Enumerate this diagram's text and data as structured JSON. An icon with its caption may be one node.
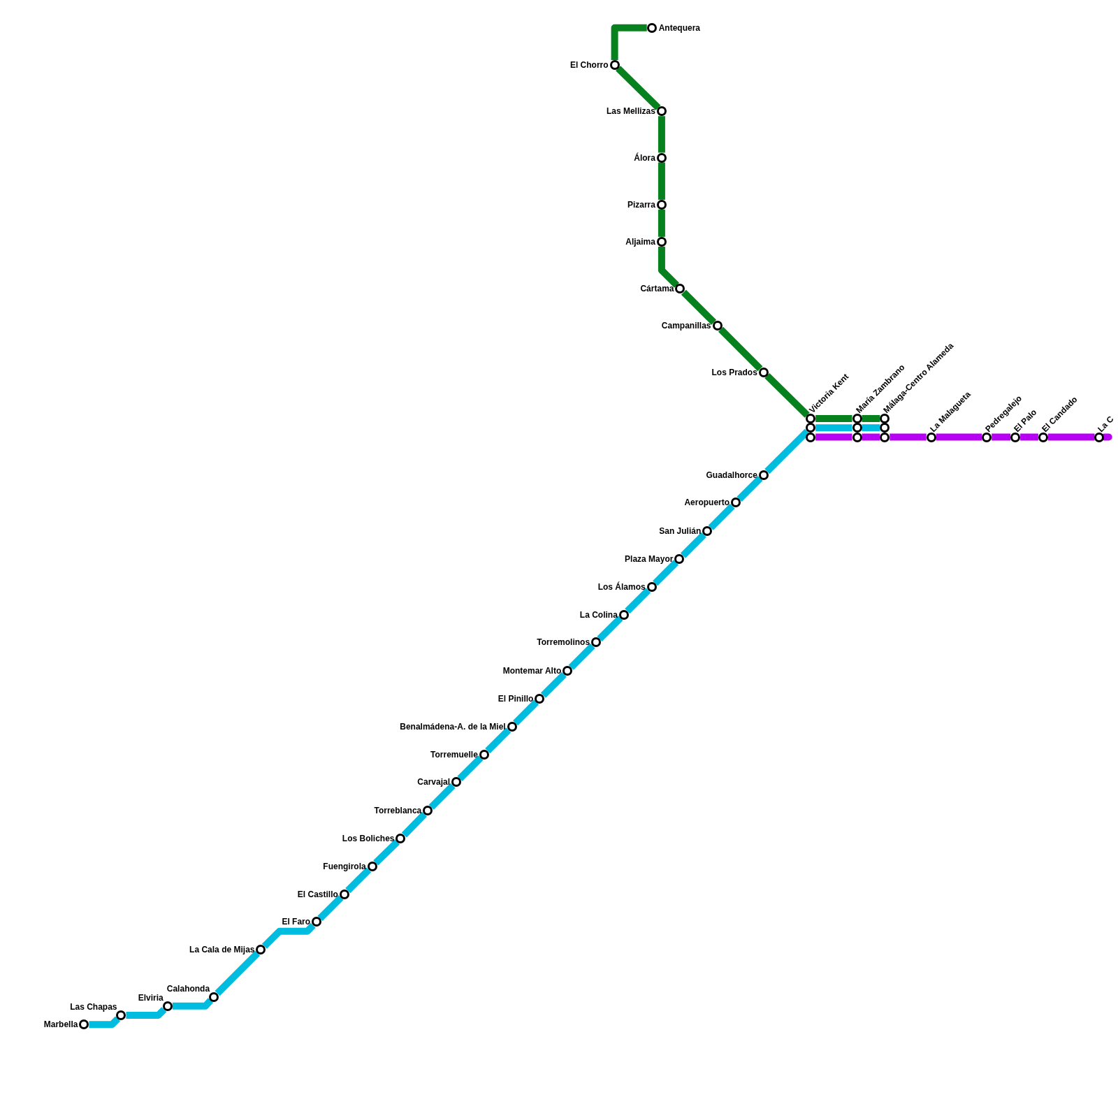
{
  "diagram": {
    "nodes": [
      {
        "text": [],
        "shape": "circle",
        "beside": [
          "Antequera"
        ]
      },
      {
        "text": [],
        "shape": "circle",
        "beside": [
          "El Chorro"
        ]
      },
      {
        "text": [],
        "shape": "circle",
        "beside": [
          "Las Mellizas"
        ]
      },
      {
        "text": [],
        "shape": "circle",
        "beside": [
          "Álora"
        ]
      },
      {
        "text": [],
        "shape": "circle",
        "beside": [
          "Pizarra"
        ]
      },
      {
        "text": [],
        "shape": "circle",
        "beside": [
          "Aljaima"
        ]
      },
      {
        "text": [],
        "shape": "circle",
        "beside": [
          "Cártama"
        ]
      },
      {
        "text": [],
        "shape": "circle",
        "beside": [
          "Campanillas"
        ]
      },
      {
        "text": [],
        "shape": "circle",
        "beside": [
          "Los Prados"
        ]
      },
      {
        "text": [],
        "shape": "circle",
        "beside": [
          "Victoria Kent"
        ]
      },
      {
        "text": [],
        "shape": "circle",
        "beside": [
          "María Zambrano"
        ]
      },
      {
        "text": [],
        "shape": "circle",
        "beside": [
          "Málaga-Centro Alameda"
        ]
      },
      {
        "text": [],
        "shape": "circle"
      },
      {
        "text": [],
        "shape": "circle"
      },
      {
        "text": [],
        "shape": "circle"
      },
      {
        "text": [],
        "shape": "circle"
      },
      {
        "text": [],
        "shape": "circle"
      },
      {
        "text": [],
        "shape": "circle"
      },
      {
        "text": [],
        "shape": "circle",
        "beside": [
          "La Malagueta"
        ]
      },
      {
        "text": [],
        "shape": "circle",
        "beside": [
          "Pedregalejo"
        ]
      },
      {
        "text": [],
        "shape": "circle",
        "beside": [
          "El Palo"
        ]
      },
      {
        "text": [],
        "shape": "circle",
        "beside": [
          "El Candado"
        ]
      },
      {
        "text": [],
        "shape": "circle",
        "beside": [
          "La C"
        ]
      },
      {
        "text": [],
        "shape": "circle",
        "beside": [
          "Guadalhorce"
        ]
      },
      {
        "text": [],
        "shape": "circle",
        "beside": [
          "Aeropuerto"
        ]
      },
      {
        "text": [],
        "shape": "circle",
        "beside": [
          "San Julián"
        ]
      },
      {
        "text": [],
        "shape": "circle",
        "beside": [
          "Plaza Mayor"
        ]
      },
      {
        "text": [],
        "shape": "circle",
        "beside": [
          "Los Álamos"
        ]
      },
      {
        "text": [],
        "shape": "circle",
        "beside": [
          "La Colina"
        ]
      },
      {
        "text": [],
        "shape": "circle",
        "beside": [
          "Torremolinos"
        ]
      },
      {
        "text": [],
        "shape": "circle",
        "beside": [
          "Montemar Alto"
        ]
      },
      {
        "text": [],
        "shape": "circle",
        "beside": [
          "El Pinillo"
        ]
      },
      {
        "text": [],
        "shape": "circle",
        "beside": [
          "Benalmádena-A. de la Miel"
        ]
      },
      {
        "text": [],
        "shape": "circle",
        "beside": [
          "Torremuelle"
        ]
      },
      {
        "text": [],
        "shape": "circle",
        "beside": [
          "Carvajal"
        ]
      },
      {
        "text": [],
        "shape": "circle",
        "beside": [
          "Torreblanca"
        ]
      },
      {
        "text": [],
        "shape": "circle",
        "beside": [
          "Los Boliches"
        ]
      },
      {
        "text": [],
        "shape": "circle",
        "beside": [
          "Fuengirola"
        ]
      },
      {
        "text": [],
        "shape": "circle",
        "beside": [
          "El Castillo"
        ]
      },
      {
        "text": [],
        "shape": "circle",
        "beside": [
          "El Faro"
        ]
      },
      {
        "text": [],
        "shape": "circle",
        "beside": [
          "La Cala de Mijas"
        ]
      },
      {
        "text": [],
        "shape": "circle",
        "beside": [
          "Calahonda"
        ]
      },
      {
        "text": [],
        "shape": "circle",
        "beside": [
          "Elviria"
        ]
      },
      {
        "text": [],
        "shape": "circle",
        "beside": [
          "Las Chapas"
        ]
      },
      {
        "text": [],
        "shape": "circle",
        "beside": [
          "Marbella"
        ]
      }
    ],
    "edges": [
      {
        "from": 0,
        "to": 1,
        "arrow": "none",
        "color": "#07801e"
      },
      {
        "from": 1,
        "to": 2,
        "arrow": "none",
        "color": "#07801e"
      },
      {
        "from": 2,
        "to": 3,
        "arrow": "none",
        "color": "#07801e"
      },
      {
        "from": 3,
        "to": 4,
        "arrow": "none",
        "color": "#07801e"
      },
      {
        "from": 4,
        "to": 5,
        "arrow": "none",
        "color": "#07801e"
      },
      {
        "from": 5,
        "to": 6,
        "arrow": "none",
        "color": "#07801e"
      },
      {
        "from": 6,
        "to": 7,
        "arrow": "none",
        "color": "#07801e"
      },
      {
        "from": 7,
        "to": 8,
        "arrow": "none",
        "color": "#07801e"
      },
      {
        "from": 8,
        "to": 9,
        "arrow": "none",
        "color": "#07801e"
      },
      {
        "from": 9,
        "to": 10,
        "arrow": "none",
        "color": "#07801e"
      },
      {
        "from": 10,
        "to": 11,
        "arrow": "none",
        "color": "#07801e"
      },
      {
        "from": 44,
        "to": 43,
        "arrow": "none"
      },
      {
        "from": 43,
        "to": 42,
        "arrow": "none"
      },
      {
        "from": 42,
        "to": 41,
        "arrow": "none"
      },
      {
        "from": 41,
        "to": 40,
        "arrow": "none"
      },
      {
        "from": 40,
        "to": 39,
        "arrow": "none"
      },
      {
        "from": 39,
        "to": 38,
        "arrow": "none"
      },
      {
        "from": 38,
        "to": 37,
        "arrow": "none"
      },
      {
        "from": 37,
        "to": 36,
        "arrow": "none"
      },
      {
        "from": 36,
        "to": 35,
        "arrow": "none"
      },
      {
        "from": 35,
        "to": 34,
        "arrow": "none"
      },
      {
        "from": 34,
        "to": 33,
        "arrow": "none"
      },
      {
        "from": 33,
        "to": 32,
        "arrow": "none"
      },
      {
        "from": 32,
        "to": 31,
        "arrow": "none"
      },
      {
        "from": 31,
        "to": 30,
        "arrow": "none"
      },
      {
        "from": 30,
        "to": 29,
        "arrow": "none"
      },
      {
        "from": 29,
        "to": 28,
        "arrow": "none"
      },
      {
        "from": 28,
        "to": 27,
        "arrow": "none"
      },
      {
        "from": 27,
        "to": 26,
        "arrow": "none"
      },
      {
        "from": 26,
        "to": 25,
        "arrow": "none"
      },
      {
        "from": 25,
        "to": 24,
        "arrow": "none"
      },
      {
        "from": 24,
        "to": 23,
        "arrow": "none"
      },
      {
        "from": 23,
        "to": 12,
        "arrow": "none"
      },
      {
        "from": 12,
        "to": 13,
        "arrow": "none"
      },
      {
        "from": 13,
        "to": 14,
        "arrow": "none"
      },
      {
        "from": 15,
        "to": 16,
        "arrow": "none",
        "color": "#b800f5"
      },
      {
        "from": 16,
        "to": 17,
        "arrow": "none",
        "color": "#b800f5"
      },
      {
        "from": 17,
        "to": 18,
        "arrow": "none",
        "color": "#b800f5"
      },
      {
        "from": 18,
        "to": 19,
        "arrow": "none",
        "color": "#b800f5"
      },
      {
        "from": 19,
        "to": 20,
        "arrow": "none",
        "color": "#b800f5"
      },
      {
        "from": 20,
        "to": 21,
        "arrow": "none",
        "color": "#b800f5"
      },
      {
        "from": 21,
        "to": 22,
        "arrow": "none",
        "color": "#b800f5"
      }
    ]
  }
}
